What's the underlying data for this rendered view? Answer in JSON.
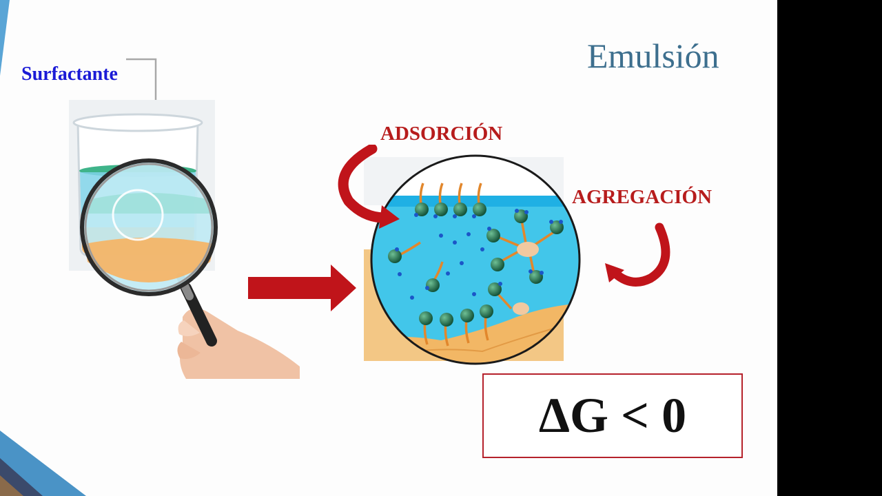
{
  "slide": {
    "title": "Emulsión",
    "surfactant_label": "Surfactante",
    "adsorption_label": "ADSORCIÓN",
    "aggregation_label": "AGREGACIÓN",
    "equation": "ΔG < 0"
  },
  "colors": {
    "title": "#3d6f8e",
    "surfactant_label": "#1a1ad6",
    "accent_red": "#b71c1c",
    "water": "#3fc8e8",
    "oil": "#f2c27b",
    "molecule_head": "#1f6b4a",
    "tail": "#e28a2e"
  },
  "icons": [
    "beaker-icon",
    "magnifying-glass-icon",
    "hand-icon",
    "right-arrow-icon",
    "curved-arrow-icon"
  ]
}
